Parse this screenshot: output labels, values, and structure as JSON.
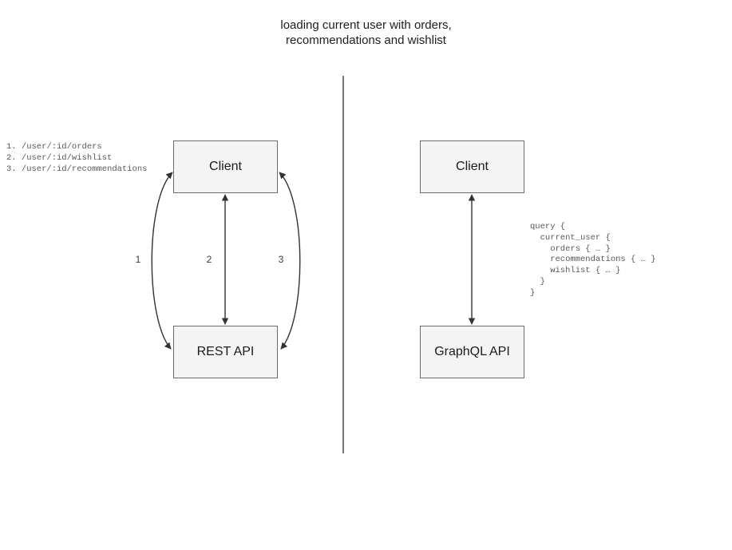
{
  "diagram": {
    "title": "loading current user with orders,\nrecommendations and wishlist",
    "divider": {
      "orientation": "vertical"
    },
    "left_panel": {
      "name": "rest-approach",
      "nodes": [
        {
          "id": "client",
          "label": "Client"
        },
        {
          "id": "rest-api",
          "label": "REST API"
        }
      ],
      "edges": [
        {
          "id": "edge-1",
          "label": "1",
          "shape": "curve-left",
          "direction": "bidirectional"
        },
        {
          "id": "edge-2",
          "label": "2",
          "shape": "straight",
          "direction": "bidirectional"
        },
        {
          "id": "edge-3",
          "label": "3",
          "shape": "curve-right",
          "direction": "bidirectional"
        }
      ],
      "endpoints_note": "1. /user/:id/orders\n2. /user/:id/wishlist\n3. /user/:id/recommendations"
    },
    "right_panel": {
      "name": "graphql-approach",
      "nodes": [
        {
          "id": "client",
          "label": "Client"
        },
        {
          "id": "graphql-api",
          "label": "GraphQL API"
        }
      ],
      "edges": [
        {
          "id": "edge-query",
          "label": "",
          "shape": "straight",
          "direction": "bidirectional"
        }
      ],
      "query_note": "query {\n  current_user {\n    orders { … }\n    recommendations { … }\n    wishlist { … }\n  }\n}"
    },
    "colors": {
      "node_fill": "#f4f4f4",
      "node_border": "#6b6b6b",
      "edge_stroke": "#333333",
      "divider_stroke": "#555555",
      "code_text": "#585858",
      "title_text": "#202020"
    }
  }
}
